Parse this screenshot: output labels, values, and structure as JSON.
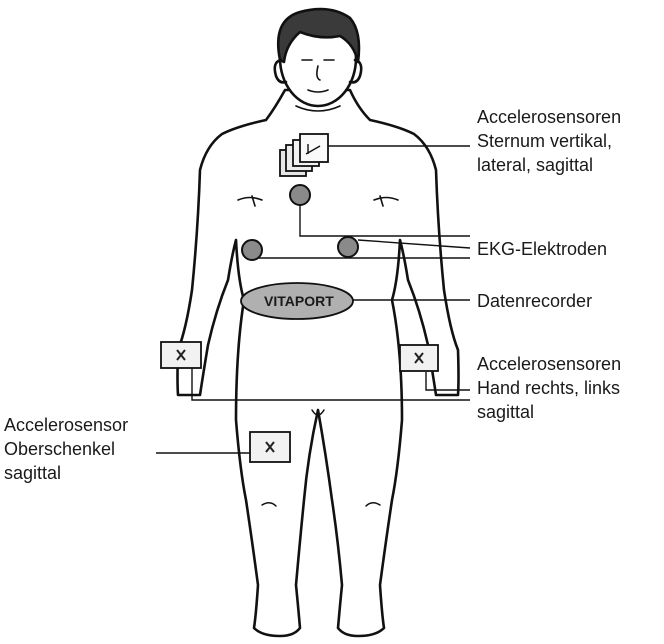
{
  "labels": {
    "sternum": [
      "Accelerosensoren",
      "Sternum vertikal,",
      "lateral, sagittal"
    ],
    "ekg": "EKG-Elektroden",
    "recorder": "Datenrecorder",
    "recorder_device": "VITAPORT",
    "hand": [
      "Accelerosensoren",
      "Hand rechts, links",
      "sagittal"
    ],
    "thigh": [
      "Accelerosensor",
      "Oberschenkel",
      "sagittal"
    ]
  },
  "colors": {
    "outline": "#111111",
    "hair": "#3a3a3a",
    "electrode": "#8a8a8a",
    "recorder": "#b0b0b0",
    "sensor_fill": "#f2f2f2"
  }
}
